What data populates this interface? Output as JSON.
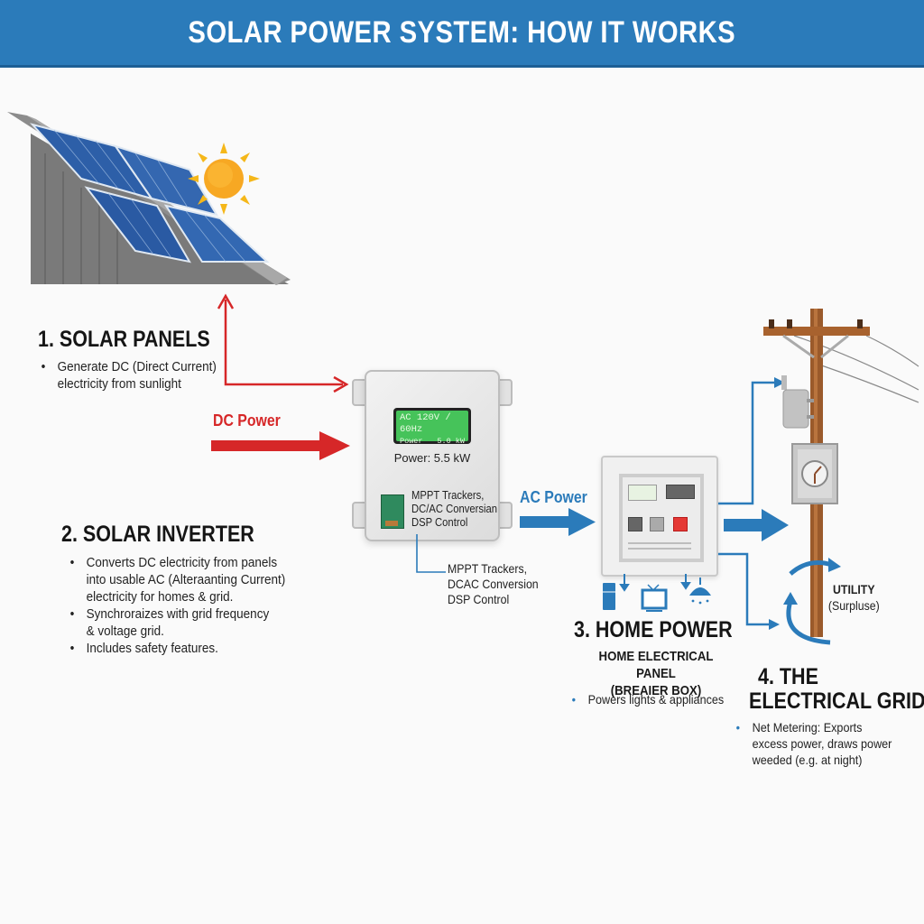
{
  "header": {
    "title": "SOLAR POWER SYSTEM: HOW IT WORKS",
    "color": "#2b7bba"
  },
  "section1": {
    "heading": "1. SOLAR PANELS",
    "bullets": [
      "Generate DC (Direct Current) electricity from sunlight"
    ]
  },
  "flows": {
    "dc_label": "DC Power",
    "dc_color": "#d62728",
    "ac_label": "AC Power",
    "ac_color": "#2b7bba"
  },
  "inverter_device": {
    "lcd_line1": "AC 120V / 60Hz",
    "lcd_line2_label": "Power",
    "lcd_line2_value": "5.0 kW",
    "power_label": "Power: 5.5 kW",
    "specs": [
      "MPPT Trackers,",
      "DC/AC Conversian",
      "DSP Control"
    ]
  },
  "inverter_callout": {
    "lines": [
      "MPPT Trackers,",
      "DCAC Conversion",
      "DSP Control"
    ]
  },
  "section2": {
    "heading": "2. SOLAR INVERTER",
    "bullets": [
      [
        "Converts DC electricity from panels",
        "into usable AC (Alteraanting Current)",
        "electricity for homes & grid."
      ],
      [
        "Synchroraizes with grid frequency",
        "& voltage grid."
      ],
      [
        "Includes safety features."
      ]
    ]
  },
  "section3": {
    "heading": "3. HOME POWER",
    "subheading_line1": "HOME ELECTRICAL PANEL",
    "subheading_line2": "(BREAIER BOX)",
    "bullets": [
      "Powers lights & appliances"
    ]
  },
  "section4": {
    "heading_line1": "4. THE",
    "heading_line2": "ELECTRICAL GRID",
    "utility_label_line1": "UTILITY",
    "utility_label_line2": "(Surpluse)",
    "bullets": [
      [
        "Net Metering: Exports",
        "excess power, draws power",
        "weeded (e.g. at night)"
      ]
    ]
  },
  "icons": [
    "sun-icon",
    "solar-panel-roof",
    "inverter",
    "breaker-panel",
    "refrigerator-icon",
    "tv-icon",
    "ceiling-lamp-icon",
    "utility-pole",
    "transformer",
    "electric-meter"
  ]
}
